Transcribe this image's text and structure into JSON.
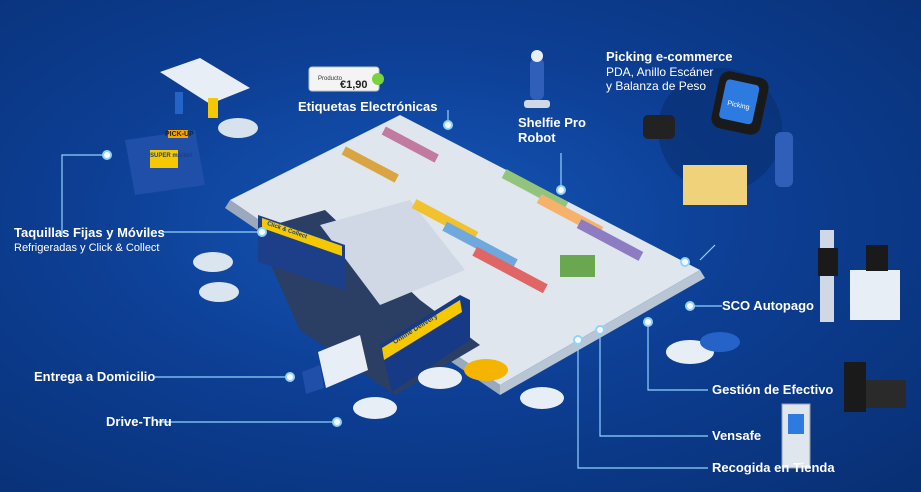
{
  "labels": {
    "etiquetas": "Etiquetas Electrónicas",
    "robot_line1": "Shelfie Pro",
    "robot_line2": "Robot",
    "picking_title": "Picking e-commerce",
    "picking_sub1": "PDA, Anillo Escáner",
    "picking_sub2": "y Balanza de Peso",
    "taquillas_title": "Taquillas Fijas y Móviles",
    "taquillas_sub": "Refrigeradas y Click & Collect",
    "sco": "SCO Autopago",
    "entrega": "Entrega a Domicilio",
    "drive_thru": "Drive-Thru",
    "gestion": "Gestión de Efectivo",
    "vensafe": "Vensafe",
    "recogida": "Recogida en Tienda"
  },
  "signage": {
    "price_tag_product": "Producto",
    "price_tag_price": "€1,90",
    "pickup_sign": "PICK-UP",
    "supermarket_sign": "SUPER market",
    "online_delivery": "Online Delivery",
    "click_collect": "Click & Collect",
    "device_screen": "Picking"
  },
  "colors": {
    "background": "#0d3f95",
    "accent_yellow": "#f5c800",
    "callout_line": "#8fd4ff",
    "floor": "#e8edf3"
  },
  "icons": [
    "gas-station-icon",
    "truck-icon",
    "car-icon",
    "robot-icon",
    "pda-icon",
    "ring-scanner-icon",
    "kiosk-icon",
    "cash-machine-icon",
    "vending-icon",
    "cart-icon"
  ]
}
